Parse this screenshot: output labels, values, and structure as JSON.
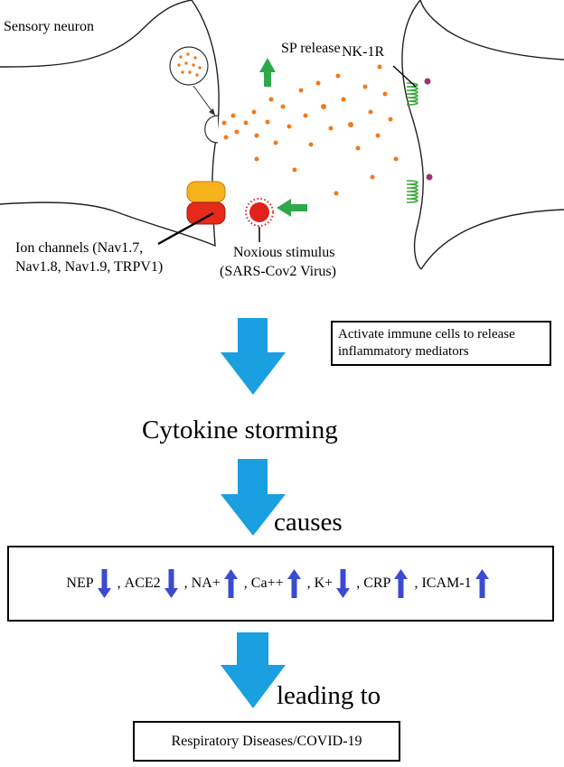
{
  "labels": {
    "sensory_neuron": "Sensory neuron",
    "sp_release": "SP release",
    "nk1r": "NK-1R",
    "ion_channels_line1": "Ion channels (Nav1.7,",
    "ion_channels_line2": "Nav1.8, Nav1.9, TRPV1)",
    "noxious_line1": "Noxious stimulus",
    "noxious_line2": "(SARS-Cov2 Virus)"
  },
  "immune_box": {
    "line1": "Activate immune cells to release",
    "line2": "inflammatory mediators"
  },
  "flow": {
    "step1": "Cytokine storming",
    "step2": "causes",
    "step3": "leading to"
  },
  "markers": [
    {
      "prefix": "",
      "name": "NEP",
      "direction": "down"
    },
    {
      "prefix": ",",
      "name": "ACE2",
      "direction": "down"
    },
    {
      "prefix": ",",
      "name": "NA+",
      "direction": "up"
    },
    {
      "prefix": ",",
      "name": "Ca++",
      "direction": "up"
    },
    {
      "prefix": ",",
      "name": "K+",
      "direction": "down"
    },
    {
      "prefix": ",",
      "name": "CRP",
      "direction": "up"
    },
    {
      "prefix": ",",
      "name": "ICAM-1",
      "direction": "up"
    }
  ],
  "outcome": "Respiratory Diseases/COVID-19",
  "colors": {
    "flow_arrow": "#1a9fe0",
    "marker_arrow": "#3b4bd0",
    "green_arrow": "#2ea84a",
    "sp_particle": "#f07a1a",
    "virus": "#e0201a",
    "receptor": "#3aa83a"
  }
}
